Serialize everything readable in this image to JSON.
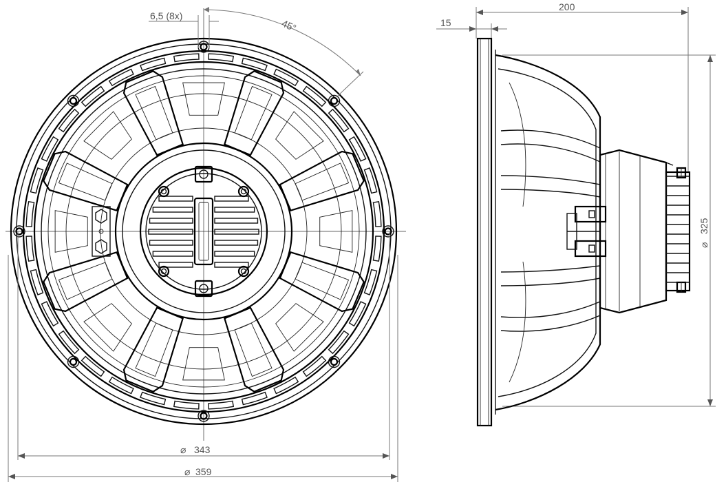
{
  "dimensions": {
    "holes": "6,5 (8x)",
    "angle": "45°",
    "inner_diameter": "343",
    "outer_diameter": "359",
    "depth": "200",
    "flange": "15",
    "magnet_diameter": "325",
    "diameter_symbol": "⌀"
  },
  "counts": {
    "mounting_holes": 8,
    "basket_spokes": 8,
    "rim_segments": 32,
    "fins": 7
  }
}
